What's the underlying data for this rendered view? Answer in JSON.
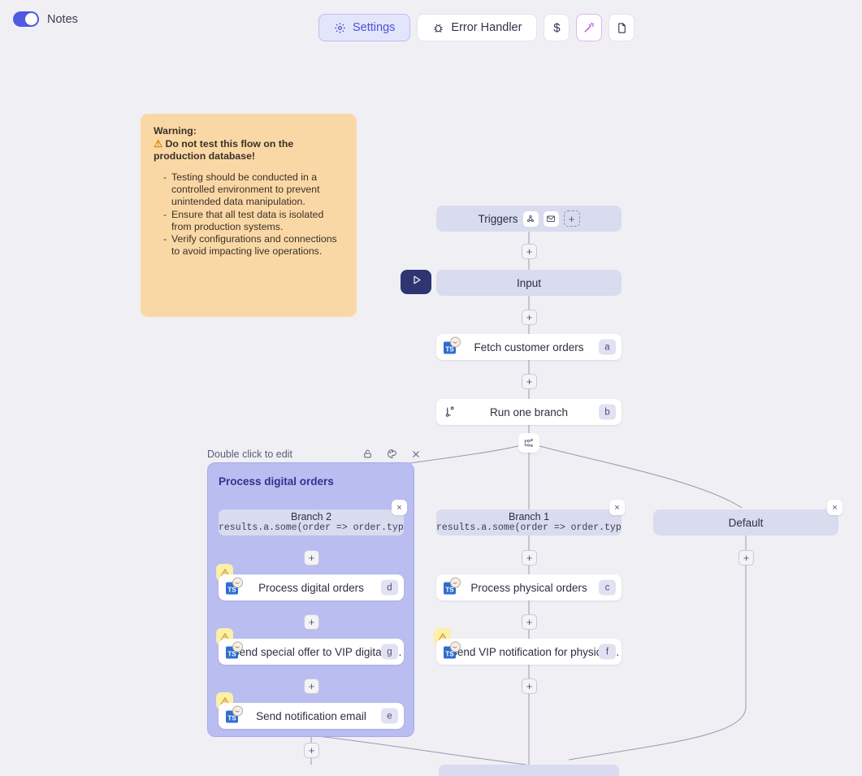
{
  "topbar": {
    "notes_toggle_label": "Notes",
    "notes_toggle_on": true,
    "buttons": [
      {
        "label": "Settings",
        "icon": "gear-icon",
        "active": true
      },
      {
        "label": "Error Handler",
        "icon": "bug-icon",
        "active": false
      }
    ],
    "icon_buttons": [
      {
        "name": "cost-button",
        "glyph": "$"
      },
      {
        "name": "magic-wand-button",
        "glyph": "magic-wand-icon"
      },
      {
        "name": "document-button",
        "glyph": "file-icon"
      }
    ]
  },
  "note": {
    "heading": "Warning:",
    "subheading": "Do not test this flow on the production database!",
    "warning_emoji": "⚠",
    "bullets": [
      "Testing should be conducted in a controlled environment to prevent unintended data manipulation.",
      "Ensure that all test data is isolated from production systems.",
      "Verify configurations and connections to avoid impacting live operations."
    ]
  },
  "graph": {
    "triggers": {
      "label": "Triggers",
      "icons": [
        "webhook-icon",
        "envelope-icon"
      ],
      "add_label": "+"
    },
    "input": {
      "label": "Input",
      "run_button": "run-icon"
    },
    "nodes": [
      {
        "title": "Fetch customer orders",
        "key": "a",
        "icon": "typescript-icon",
        "warning": false
      },
      {
        "title": "Run one branch",
        "key": "b",
        "icon": "branch-icon",
        "warning": false
      },
      {
        "title": "Process physical orders",
        "key": "c",
        "icon": "typescript-icon",
        "warning": false
      },
      {
        "title": "Send VIP notification for physical...",
        "key": "f",
        "icon": "typescript-icon",
        "warning": true
      },
      {
        "title": "Process digital orders",
        "key": "d",
        "icon": "typescript-icon",
        "warning": true
      },
      {
        "title": "Send special offer to VIP digital c...",
        "key": "g",
        "icon": "typescript-icon",
        "warning": true
      },
      {
        "title": "Send notification email",
        "key": "e",
        "icon": "typescript-icon",
        "warning": true
      }
    ],
    "branches": [
      {
        "name": "Branch 2",
        "expression": "results.a.some(order => order.type"
      },
      {
        "name": "Branch 1",
        "expression": "results.a.some(order => order.type"
      },
      {
        "name": "Default",
        "expression": ""
      }
    ],
    "group": {
      "caption": "Double click to edit",
      "title": "Process digital orders",
      "tools": [
        "lock-icon",
        "palette-icon",
        "close-icon"
      ]
    },
    "plus_label": "+",
    "close_label": "×"
  },
  "colors": {
    "canvas_bg": "#f0eff4",
    "accent": "#4f5ae0",
    "node_lavender": "#d9dbef",
    "group_fill": "#b9bdf0",
    "note_bg": "#fad8a6",
    "warning_badge": "#fcefa6",
    "run_button": "#2e3570",
    "magic": "#b454e0"
  }
}
